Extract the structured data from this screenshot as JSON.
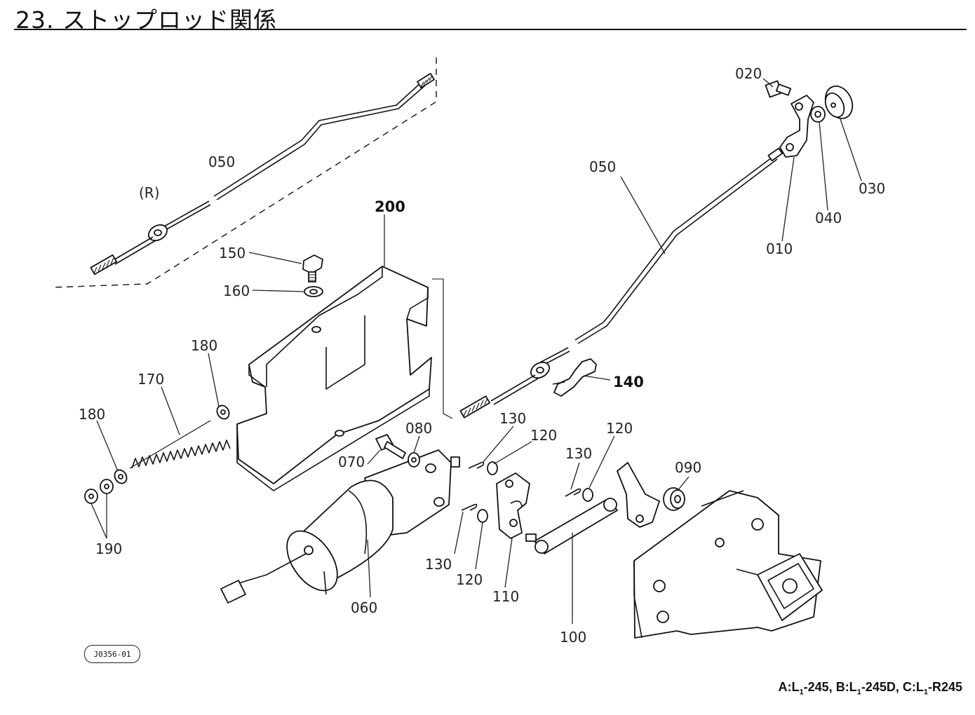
{
  "title": "23. ストップロッド関係",
  "figure_code": "J0356-01",
  "models_note": {
    "a": "A:L",
    "a_sub": "1",
    "a_rest": "-245,",
    "b": " B:L",
    "b_sub": "1",
    "b_rest": "-245D,",
    "c": " C:L",
    "c_sub": "1",
    "c_rest": "-R245"
  },
  "labels": {
    "p010": "010",
    "p020": "020",
    "p030": "030",
    "p040": "040",
    "p050_left": "050",
    "p050_right": "050",
    "r_variant": "(R)",
    "p060": "060",
    "p070": "070",
    "p080": "080",
    "p090": "090",
    "p100": "100",
    "p110": "110",
    "p120_a": "120",
    "p120_b": "120",
    "p120_c": "120",
    "p130_a": "130",
    "p130_b": "130",
    "p130_c": "130",
    "p140": "140",
    "p150": "150",
    "p160": "160",
    "p170": "170",
    "p180_a": "180",
    "p180_b": "180",
    "p190": "190",
    "p200": "200"
  }
}
